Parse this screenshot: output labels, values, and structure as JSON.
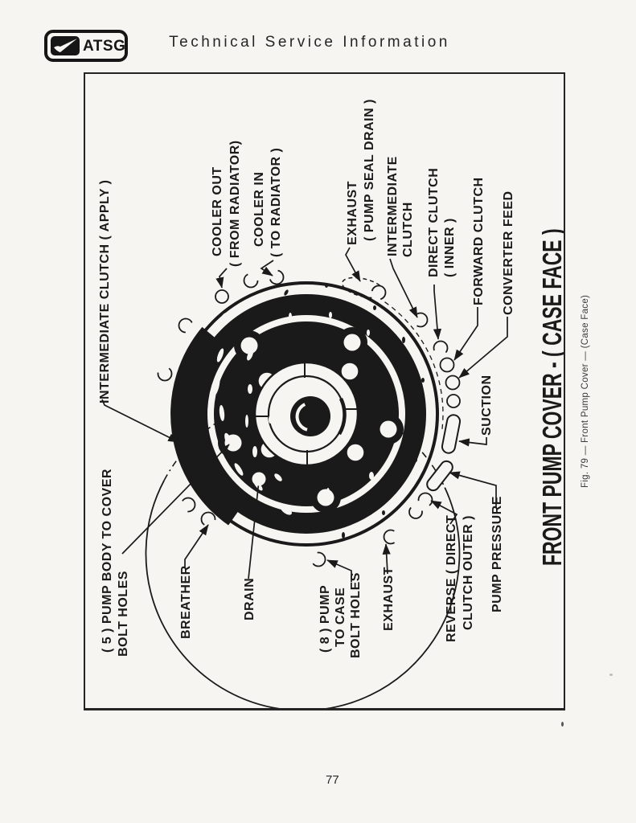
{
  "header": {
    "logo_text": "ATSG",
    "title": "Technical Service Information"
  },
  "figure": {
    "title": "FRONT PUMP COVER - ( CASE FACE )",
    "caption": "Fig. 79 — Front Pump Cover — (Case Face)",
    "labels": {
      "intermediate_apply": "INTERMEDIATE CLUTCH ( APPLY )",
      "cooler_out_1": "COOLER OUT",
      "cooler_out_2": "( FROM RADIATOR)",
      "cooler_in_1": "COOLER IN",
      "cooler_in_2": "( TO RADIATOR )",
      "exhaust_top_1": "EXHAUST",
      "exhaust_top_2": "( PUMP SEAL DRAIN )",
      "intermediate_1": "INTERMEDIATE",
      "intermediate_2": "CLUTCH",
      "direct_1": "DIRECT CLUTCH",
      "direct_2": "( INNER )",
      "forward": "FORWARD CLUTCH",
      "converter_feed": "CONVERTER FEED",
      "suction": "SUCTION",
      "pump_pressure": "PUMP PRESSURE",
      "reverse_1": "REVERSE ( DIRECT",
      "reverse_2": "CLUTCH OUTER )",
      "exhaust_bottom": "EXHAUST",
      "pump_to_case_1": "( 8 ) PUMP",
      "pump_to_case_2": "TO CASE",
      "pump_to_case_3": "BOLT HOLES",
      "drain": "DRAIN",
      "breather": "BREATHER",
      "pump_body_1": "( 5 ) PUMP BODY TO COVER",
      "pump_body_2": "BOLT HOLES"
    }
  },
  "footer": {
    "page_number": "77"
  },
  "colors": {
    "ink": "#1a1a1a",
    "paper": "#f7f5f1"
  }
}
